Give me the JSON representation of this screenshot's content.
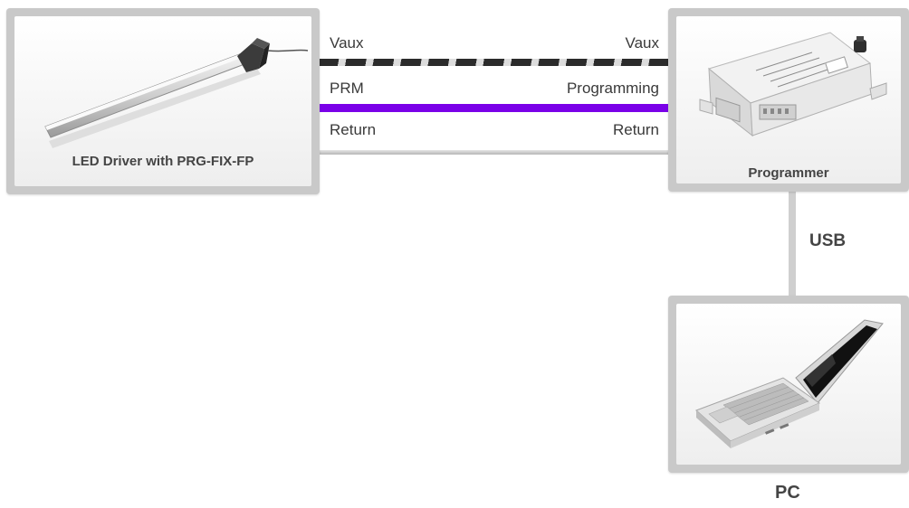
{
  "devices": {
    "driver_label": "LED Driver with PRG-FIX-FP",
    "programmer_label": "Programmer",
    "pc_label": "PC"
  },
  "wires": {
    "vaux_left": "Vaux",
    "vaux_right": "Vaux",
    "prm_left": "PRM",
    "prm_right": "Programming",
    "return_left": "Return",
    "return_right": "Return"
  },
  "links": {
    "usb_label": "USB"
  },
  "colors": {
    "programming_wire": "#7a00e8",
    "vaux_dash": "#2b2b2b",
    "frame": "#c9c9c9"
  }
}
